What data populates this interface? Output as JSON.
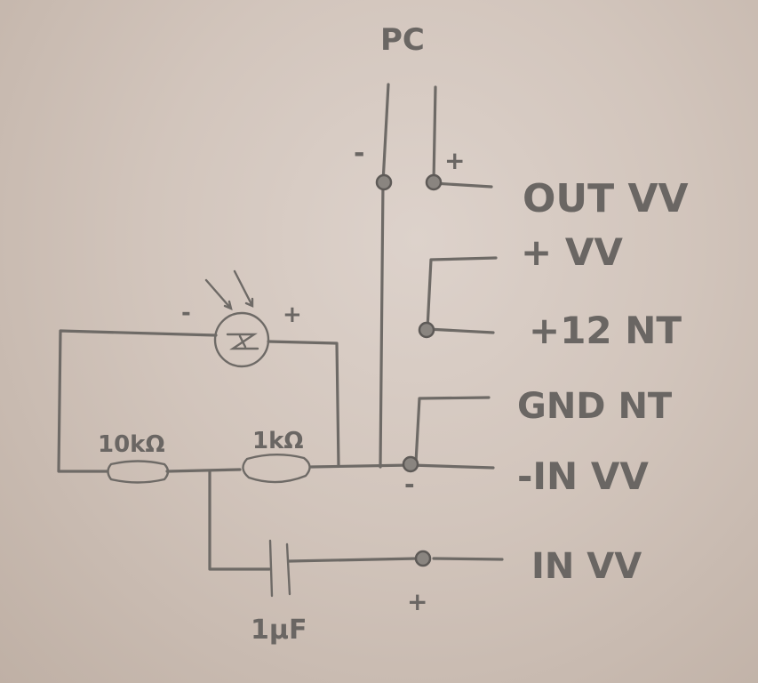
{
  "labels": {
    "header": "PC",
    "out_vv": "OUT VV",
    "plus_vv": "+ VV",
    "plus12_nt": "+12 NT",
    "gnd_nt": "GND NT",
    "minus_in_vv": "-IN VV",
    "in_vv": "IN VV"
  },
  "components": {
    "resistor_1": "10kΩ",
    "resistor_2": "1kΩ",
    "capacitor": "1µF",
    "photodiode": "Z"
  },
  "polarity": {
    "pc_minus": "-",
    "pc_plus": "+",
    "diode_minus": "-",
    "diode_plus": "+",
    "node_minus": "-",
    "node_plus": "+"
  },
  "colors": {
    "paper": "#d6cac2",
    "pencil": "#6e6a66"
  }
}
